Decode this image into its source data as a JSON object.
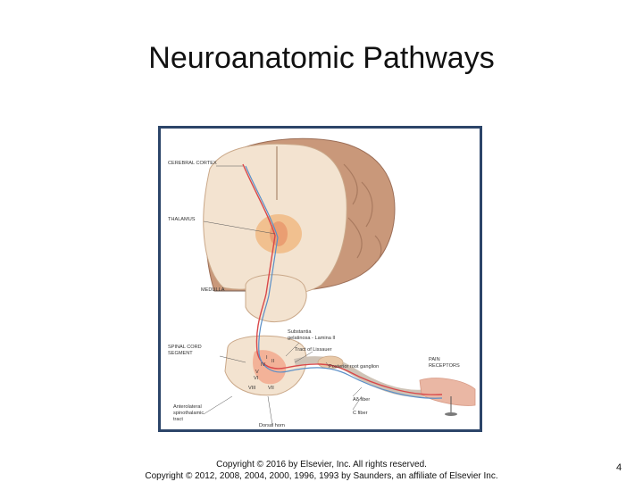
{
  "slide": {
    "title": "Neuroanatomic Pathways",
    "page_number": "4"
  },
  "footer": {
    "line1": "Copyright © 2016 by Elsevier, Inc. All rights reserved.",
    "line2": "Copyright © 2012, 2008, 2004, 2000, 1996, 1993 by Saunders, an affiliate of Elsevier Inc."
  },
  "figure": {
    "labels": {
      "cerebral_cortex": "CEREBRAL CORTEX",
      "thalamus": "THALAMUS",
      "medulla": "MEDULLA",
      "spinal_cord_line1": "SPINAL CORD",
      "spinal_cord_line2": "SEGMENT",
      "substantia_line1": "Substantia",
      "substantia_line2": "gelatinosa - Lamina II",
      "tract_of_lissauer": "Tract of Lissauer",
      "posterior_root_ganglion": "Posterior root ganglion",
      "pain_receptors_line1": "PAIN",
      "pain_receptors_line2": "RECEPTORS",
      "a_delta_fiber": "Aδ fiber",
      "c_fiber": "C fiber",
      "anterolateral_line1": "Anterolateral",
      "anterolateral_line2": "spinothalamic",
      "anterolateral_line3": "tract",
      "dorsal_horn": "Dorsal horn",
      "lamina_I": "I",
      "lamina_II": "II",
      "lamina_IV": "IV",
      "lamina_V": "V",
      "lamina_VI": "VI",
      "lamina_VII": "VII",
      "lamina_VIII": "VIII"
    },
    "colors": {
      "frame": "#2c4569",
      "brain_outer": "#c9987a",
      "brain_section": "#f3e3d0",
      "thalamus": "#f0b47a",
      "pathway_red": "#d9484a",
      "pathway_blue": "#5b8fc7",
      "dorsal_horn": "#f28a6a"
    }
  }
}
